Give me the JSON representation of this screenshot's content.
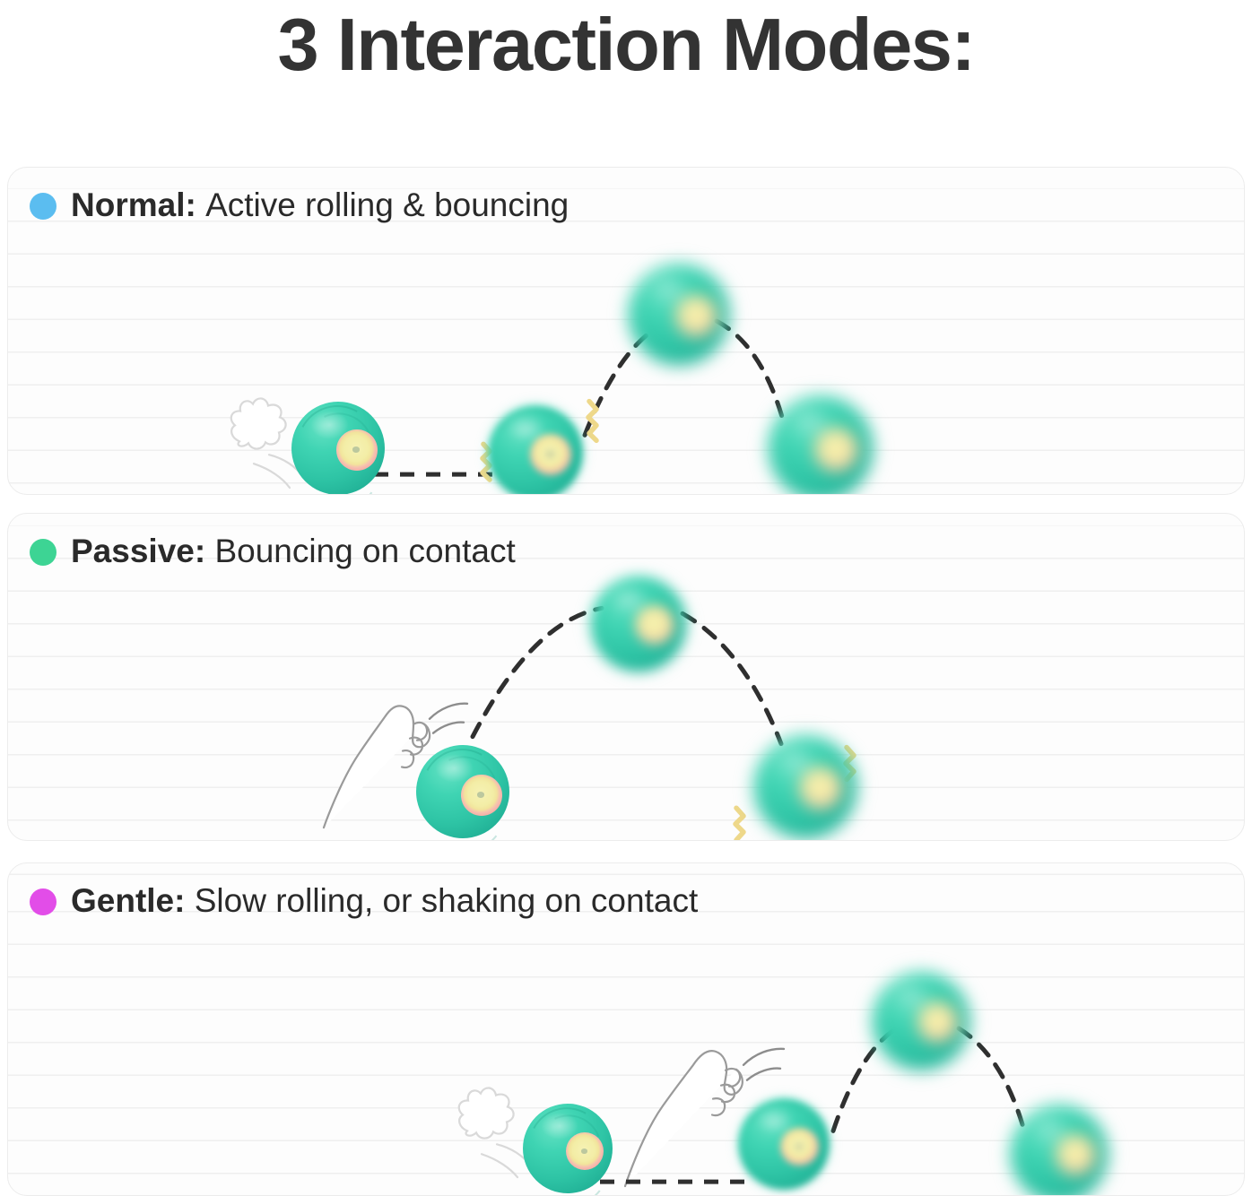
{
  "page": {
    "title": "3 Interaction Modes:",
    "background_color": "#ffffff",
    "title_color": "#333333"
  },
  "modes": [
    {
      "id": "normal",
      "dot_color": "#5bbdf0",
      "label": "Normal:",
      "description": "Active rolling & bouncing",
      "illustration": {
        "ball_count": 4,
        "has_paw_print": true,
        "has_cat_paw": false,
        "has_vibration_squiggles": true,
        "trajectory": "roll then bounce arc",
        "ball_color": "#2ec4a5",
        "eye_outer_color": "#f4a9a2",
        "eye_inner_color": "#f3eda6",
        "squiggle_color": "#eed88a",
        "trajectory_color": "#2f2f2f"
      }
    },
    {
      "id": "passive",
      "dot_color": "#3dd494",
      "label": "Passive:",
      "description": "Bouncing on contact",
      "illustration": {
        "ball_count": 3,
        "has_paw_print": false,
        "has_cat_paw": true,
        "has_vibration_squiggles": true,
        "trajectory": "single high bounce arc",
        "ball_color": "#2ec4a5",
        "eye_outer_color": "#f4a9a2",
        "eye_inner_color": "#f3eda6",
        "squiggle_color": "#eed88a",
        "trajectory_color": "#2f2f2f"
      }
    },
    {
      "id": "gentle",
      "dot_color": "#e24de8",
      "label": "Gentle:",
      "description": "Slow rolling, or shaking on contact",
      "illustration": {
        "ball_count": 4,
        "has_paw_print": true,
        "has_cat_paw": true,
        "has_vibration_squiggles": false,
        "trajectory": "roll then low bounce arc",
        "ball_color": "#2ec4a5",
        "eye_outer_color": "#f4a9a2",
        "eye_inner_color": "#f3eda6",
        "trajectory_color": "#2f2f2f"
      }
    }
  ],
  "style": {
    "card_background": "#fdfdfd",
    "card_border_color": "#ececec",
    "rule_line_color": "rgba(0,0,0,0.055)"
  }
}
